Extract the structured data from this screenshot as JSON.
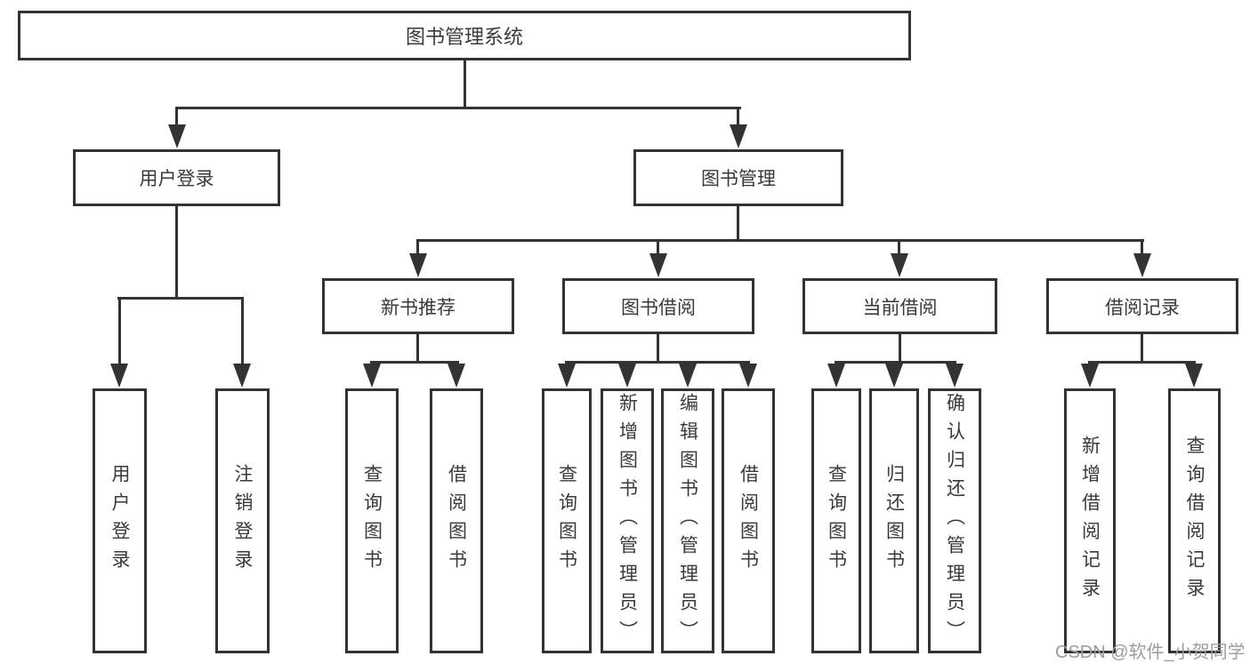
{
  "diagram": {
    "root": {
      "label": "图书管理系统"
    },
    "branches": {
      "user_login": {
        "label": "用户登录",
        "children": [
          "用户登录",
          "注销登录"
        ]
      },
      "book_mgmt": {
        "label": "图书管理",
        "sections": [
          {
            "label": "新书推荐",
            "children": [
              "查询图书",
              "借阅图书"
            ]
          },
          {
            "label": "图书借阅",
            "children": [
              "查询图书",
              "新增图书（管理员）",
              "编辑图书（管理员）",
              "借阅图书"
            ]
          },
          {
            "label": "当前借阅",
            "children": [
              "查询图书",
              "归还图书",
              "确认归还（管理员）"
            ]
          },
          {
            "label": "借阅记录",
            "children": [
              "新增借阅记录",
              "查询借阅记录"
            ]
          }
        ]
      }
    }
  },
  "watermark": "CSDN @软件_小贺同学",
  "colors": {
    "line": "#333333",
    "text": "#3a3a3a",
    "watermark": "#9c9c9c",
    "background": "#ffffff"
  }
}
